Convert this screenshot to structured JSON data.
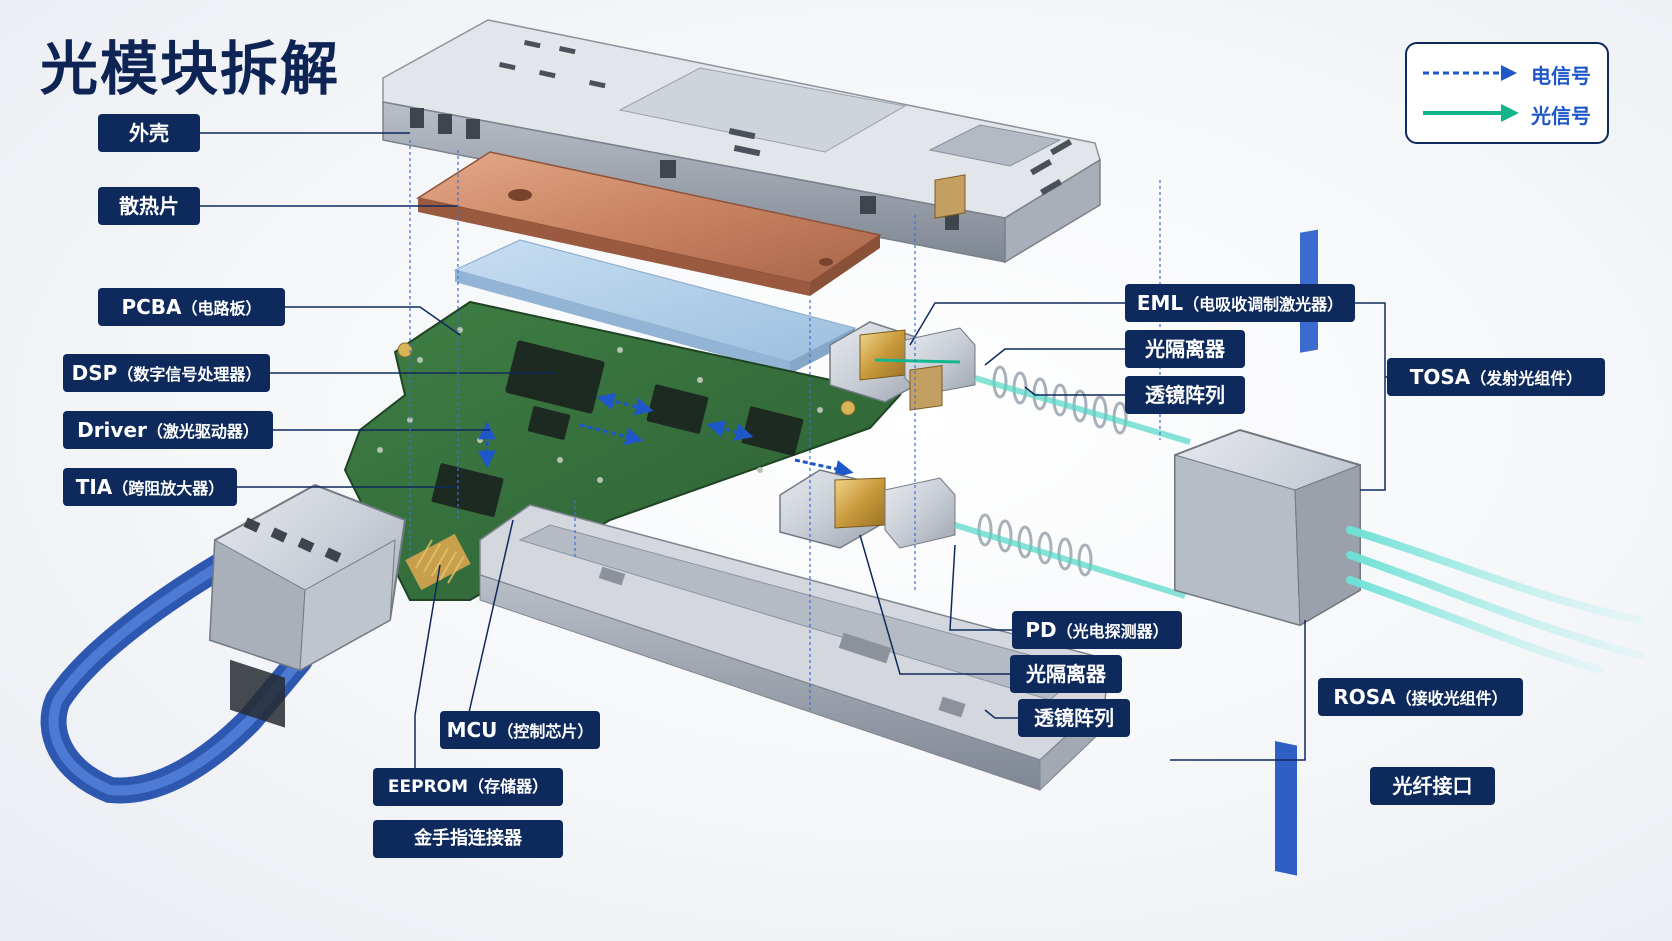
{
  "title": "光模块拆解",
  "legend": {
    "electrical": "电信号",
    "optical": "光信号",
    "colors": {
      "electrical": "#1f57c8",
      "optical": "#10b58c"
    }
  },
  "labels": {
    "shell": "外壳",
    "heatsink": "散热片",
    "pcba_main": "PCBA",
    "pcba_sub": "（电路板）",
    "dsp_main": "DSP",
    "dsp_sub": "（数字信号处理器）",
    "driver_main": "Driver",
    "driver_sub": "（激光驱动器）",
    "tia_main": "TIA",
    "tia_sub": "（跨阻放大器）",
    "mcu_main": "MCU",
    "mcu_sub": "（控制芯片）",
    "eeprom_main": "EEPROM",
    "eeprom_sub": "（存储器）",
    "gold_finger": "金手指连接器",
    "eml_main": "EML",
    "eml_sub": "（电吸收调制激光器）",
    "isolator_top": "光隔离器",
    "lens_top": "透镜阵列",
    "tosa_main": "TOSA",
    "tosa_sub": "（发射光组件）",
    "pd_main": "PD",
    "pd_sub": "（光电探测器）",
    "isolator_bottom": "光隔离器",
    "lens_bottom": "透镜阵列",
    "rosa_main": "ROSA",
    "rosa_sub": "（接收光组件）",
    "fiber_port": "光纤接口"
  }
}
